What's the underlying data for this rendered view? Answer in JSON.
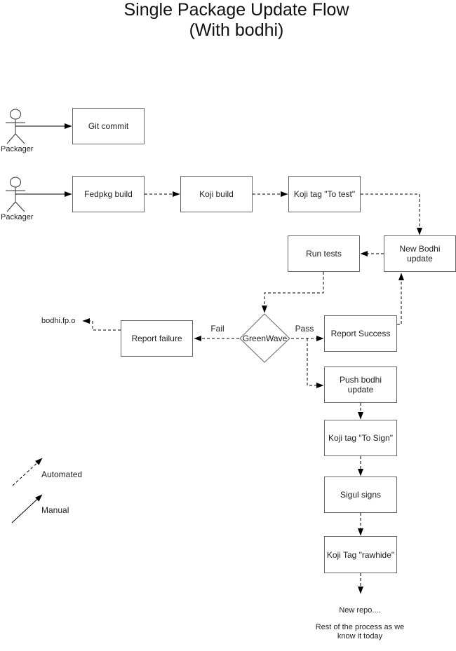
{
  "title": {
    "line1": "Single Package Update Flow",
    "line2": "(With bodhi)"
  },
  "actors": {
    "top": "Packager",
    "bottom": "Packager"
  },
  "nodes": {
    "git_commit": "Git commit",
    "fedpkg_build": "Fedpkg build",
    "koji_build": "Koji build",
    "koji_tag_to_test": "Koji tag \"To test\"",
    "run_tests": "Run tests",
    "new_bodhi_update": "New Bodhi update",
    "report_failure": "Report failure",
    "report_success": "Report Success",
    "push_bodhi_update": "Push bodhi update",
    "koji_tag_to_sign": "Koji tag \"To Sign\"",
    "sigul_signs": "Sigul signs",
    "koji_tag_rawhide": "Koji Tag \"rawhide\""
  },
  "decision": {
    "label": "GreenWave",
    "fail_label": "Fail",
    "pass_label": "Pass"
  },
  "external": {
    "bodhi": "bodhi.fp.o"
  },
  "legend": {
    "automated": "Automated",
    "manual": "Manual"
  },
  "footer": {
    "new_repo": "New repo....",
    "rest": "Rest of the process as we know it today"
  },
  "colors": {
    "box_border": "#666666",
    "connector": "#000000",
    "text": "#1f1f1f",
    "background": "#ffffff"
  }
}
